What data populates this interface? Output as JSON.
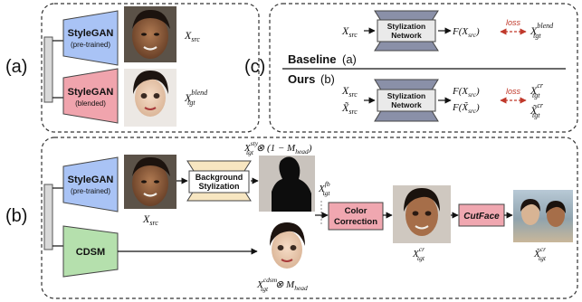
{
  "panel_labels": {
    "a": "(a)",
    "b": "(b)",
    "c": "(c)"
  },
  "panel_a": {
    "gan1": {
      "title": "StyleGAN",
      "sub": "(pre-trained)"
    },
    "gan2": {
      "title": "StyleGAN",
      "sub": "(blended)"
    },
    "x_src": {
      "base": "X",
      "sub": "src"
    },
    "x_blend": {
      "base": "X",
      "sub": "tgt",
      "sup": "blend"
    }
  },
  "panel_c": {
    "baseline": {
      "label": "Baseline",
      "tag": "(a)",
      "net_line1": "Stylization",
      "net_line2": "Network",
      "input": {
        "base": "X",
        "sub": "src"
      },
      "output": {
        "text": "F(X",
        "sub": "src",
        "close": ")"
      },
      "loss": "loss",
      "target": {
        "base": "X",
        "sub": "tgt",
        "sup": "blend"
      }
    },
    "ours": {
      "label": "Ours",
      "tag": "(b)",
      "net_line1": "Stylization",
      "net_line2": "Network",
      "input1": {
        "base": "X",
        "sub": "src"
      },
      "input2": {
        "base": "X̃",
        "sub": "src"
      },
      "output1": {
        "text": "F(X",
        "sub": "src",
        "close": ")"
      },
      "output2": {
        "text": "F(X̃",
        "sub": "src",
        "close": ")"
      },
      "loss": "loss",
      "target1": {
        "base": "X",
        "sub": "tgt",
        "sup": "cr"
      },
      "target2": {
        "base": "X̃",
        "sub": "tgt",
        "sup": "cr"
      }
    }
  },
  "panel_b": {
    "gan": {
      "title": "StyleGAN",
      "sub": "(pre-trained)"
    },
    "cdsm": "CDSM",
    "bg": {
      "line1": "Background",
      "line2": "Stylization"
    },
    "color": {
      "line1": "Color",
      "line2": "Correction"
    },
    "cutface": "CutFace",
    "x_src": {
      "base": "X",
      "sub": "src"
    },
    "x_sty": {
      "base": "X",
      "sub": "tgt",
      "sup": "sty",
      "rest": "⊗ (1 − M",
      "rest_sub": "head",
      "rest_close": ")"
    },
    "x_fb": {
      "base": "X",
      "sub": "tgt",
      "sup": "fb"
    },
    "x_cdsm": {
      "base": "X",
      "sub": "tgt",
      "sup": "cdsm",
      "rest": "⊗ M",
      "rest_sub": "head"
    },
    "x_cr": {
      "base": "X",
      "sub": "tgt",
      "sup": "cr"
    },
    "x_cr_tilde": {
      "base": "X̃",
      "sub": "tgt",
      "sup": "cr"
    }
  },
  "colors": {
    "stylegan_blue": "#a9c3f5",
    "stylegan_pink": "#f0a4ad",
    "cdsm_green": "#b5e0ad",
    "bg_cream": "#f7e6c1",
    "pink_box": "#f0a7b0",
    "network_gray": "#8a90a8",
    "loss_red": "#c0392b"
  }
}
